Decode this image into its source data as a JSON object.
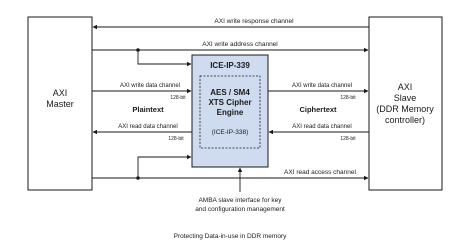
{
  "blocks": {
    "master": [
      "AXI",
      "Master"
    ],
    "slave": [
      "AXI",
      "Slave",
      "(DDR Memory",
      "controller)"
    ],
    "ip_title": "ICE-IP-339",
    "engine": [
      "AES / SM4",
      "XTS Cipher",
      "Engine"
    ],
    "engine_id": "(ICE-IP-338)"
  },
  "channels": {
    "write_response": "AXI write response channel",
    "write_address": "AXI write address channel",
    "read_access": "AXI read access channel",
    "write_data_left": "AXI write data channel",
    "read_data_left": "AXI read data channel",
    "write_data_right": "AXI write data channel",
    "read_data_right": "AXI read data channel"
  },
  "widths": {
    "left_top": "128-bit",
    "left_bottom": "128-bit",
    "right_top": "128-bit",
    "right_bottom": "128-bit"
  },
  "side_labels": {
    "plaintext": "Plaintext",
    "ciphertext": "Ciphertext"
  },
  "amba": [
    "AMBA slave interface for key",
    "and configuration management"
  ],
  "caption": "Protecting Data-in-use in DDR memory",
  "colors": {
    "ip_fill": "#cfdcef",
    "line": "#1a1a1a"
  }
}
